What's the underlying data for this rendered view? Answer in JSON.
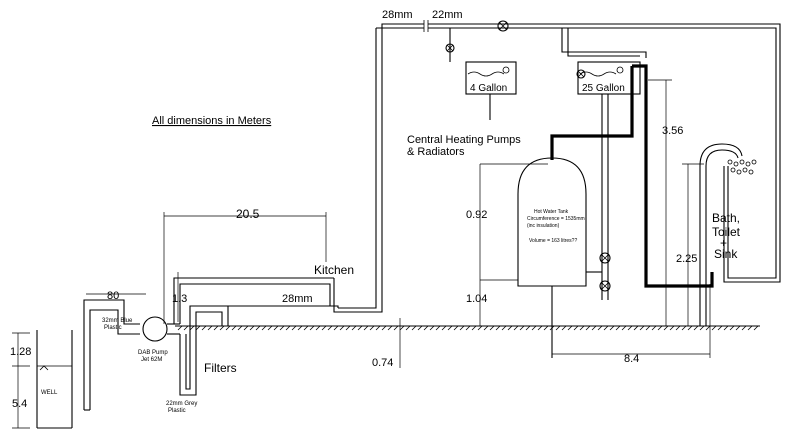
{
  "title_note": "All dimensions in Meters",
  "labels": {
    "well": "WELL",
    "pump": "DAB Pump",
    "pump_model": "Jet 62M",
    "pipe_blue_1": "32mm Blue",
    "pipe_blue_2": "Plastic",
    "pipe_grey_1": "22mm Grey",
    "pipe_grey_2": "Plastic",
    "filters": "Filters",
    "kitchen": "Kitchen",
    "pipe_28mm_lower": "28mm",
    "pipe_28mm_top": "28mm",
    "pipe_22mm_top": "22mm",
    "tank_4": "4 Gallon",
    "tank_25": "25 Gallon",
    "central_heating_1": "Central Heating Pumps",
    "central_heating_2": "& Radiators",
    "hwt_1": "Hot Water Tank",
    "hwt_2": "Circumference = 1535mm",
    "hwt_3": "(inc insulation)",
    "hwt_4": "Volume = 163 litres??",
    "bath_1": "Bath,",
    "bath_2": "Toilet",
    "bath_3": "+",
    "bath_4": "Sink"
  },
  "dimensions": {
    "d_128": "1.28",
    "d_54": "5.4",
    "d_80": "80",
    "d_205": "20.5",
    "d_13": "1.3",
    "d_074": "0.74",
    "d_092": "0.92",
    "d_104": "1.04",
    "d_356": "3.56",
    "d_225": "2.25",
    "d_84": "8.4"
  },
  "colors": {
    "line": "#000000",
    "background": "#ffffff"
  }
}
